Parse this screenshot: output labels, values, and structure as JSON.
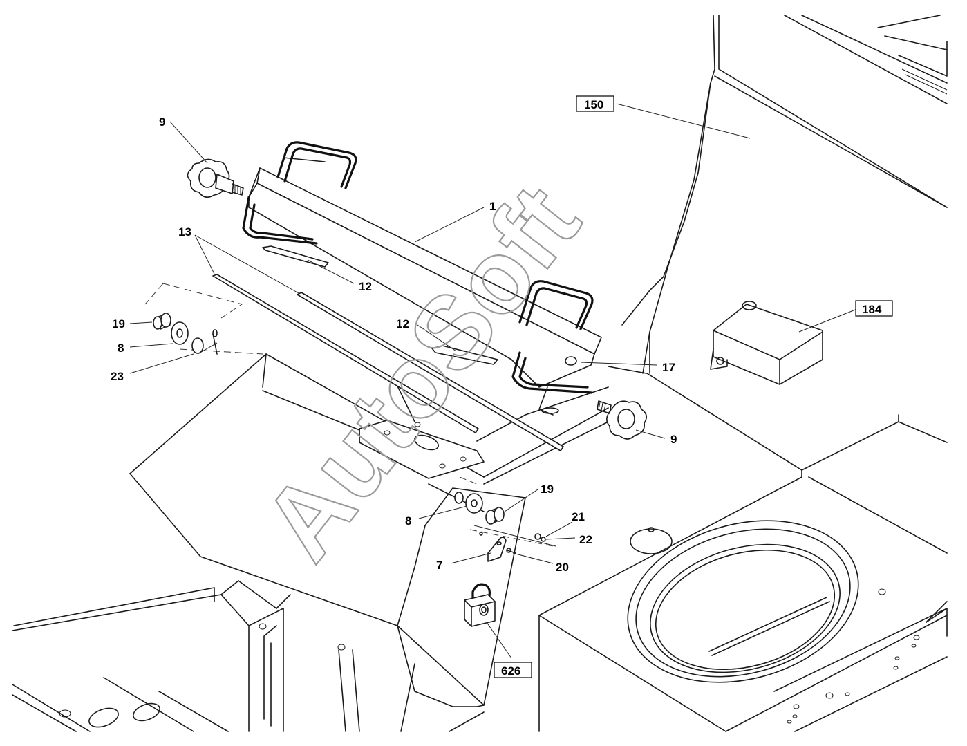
{
  "diagram": {
    "watermark": "AutoSoft",
    "header_mark": "",
    "callouts": [
      {
        "id": "c-9-a",
        "label": "9",
        "boxed": false
      },
      {
        "id": "c-150",
        "label": "150",
        "boxed": true
      },
      {
        "id": "c-1",
        "label": "1",
        "boxed": false
      },
      {
        "id": "c-13",
        "label": "13",
        "boxed": false
      },
      {
        "id": "c-12-a",
        "label": "12",
        "boxed": false
      },
      {
        "id": "c-12-b",
        "label": "12",
        "boxed": false
      },
      {
        "id": "c-19-a",
        "label": "19",
        "boxed": false
      },
      {
        "id": "c-8-a",
        "label": "8",
        "boxed": false
      },
      {
        "id": "c-23",
        "label": "23",
        "boxed": false
      },
      {
        "id": "c-184",
        "label": "184",
        "boxed": true
      },
      {
        "id": "c-17",
        "label": "17",
        "boxed": false
      },
      {
        "id": "c-9-b",
        "label": "9",
        "boxed": false
      },
      {
        "id": "c-19-b",
        "label": "19",
        "boxed": false
      },
      {
        "id": "c-8-b",
        "label": "8",
        "boxed": false
      },
      {
        "id": "c-21",
        "label": "21",
        "boxed": false
      },
      {
        "id": "c-22",
        "label": "22",
        "boxed": false
      },
      {
        "id": "c-7",
        "label": "7",
        "boxed": false
      },
      {
        "id": "c-20",
        "label": "20",
        "boxed": false
      },
      {
        "id": "c-626",
        "label": "626",
        "boxed": true
      }
    ]
  }
}
